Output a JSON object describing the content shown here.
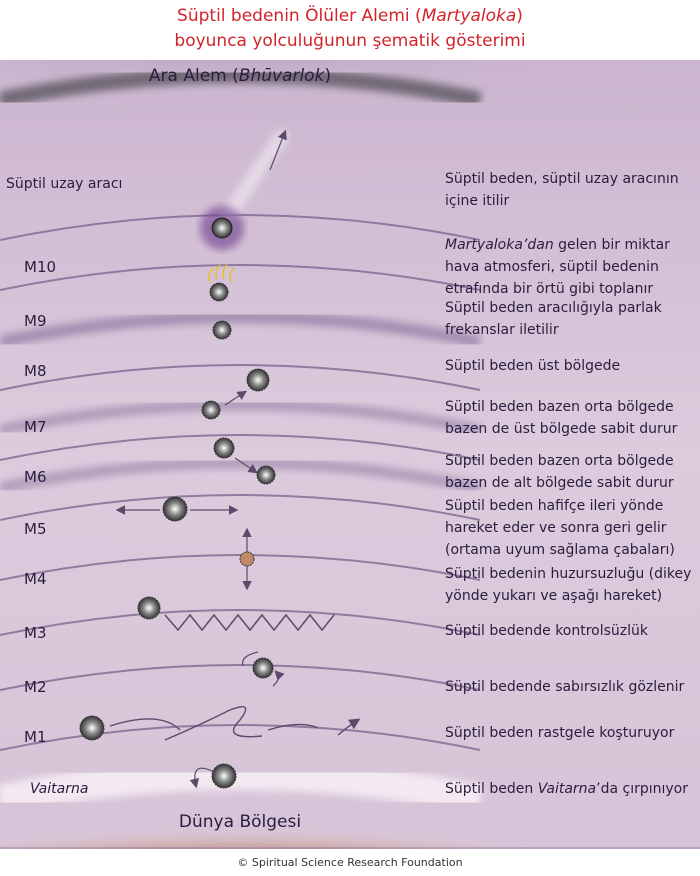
{
  "title": {
    "line1_prefix": "Süptil bedenin Ölüler Alemi (",
    "line1_italic": "Martyaloka",
    "line1_suffix": ")",
    "line2": "boyunca yolculuğunun şematik gösterimi"
  },
  "top_region": {
    "prefix": "Ara Alem (",
    "italic": "Bhūvarlok",
    "suffix": ")"
  },
  "bottom_region": "Dünya Bölgesi",
  "vehicle_label": "Süptil uzay aracı",
  "vaitarna_label": "Vaitarna",
  "levels": [
    "M10",
    "M9",
    "M8",
    "M7",
    "M6",
    "M5",
    "M4",
    "M3",
    "M2",
    "M1"
  ],
  "descriptions": {
    "vehicle": "Süptil beden, süptil uzay aracının içine itilir",
    "m10_italic": "Martyaloka’dan",
    "m10_rest": " gelen bir miktar hava atmosferi, süptil bedenin etrafında bir örtü gibi toplanır",
    "m9": "Süptil beden aracılığıyla parlak frekanslar iletilir",
    "m8": "Süptil beden üst bölgede",
    "m7": "Süptil beden bazen orta bölgede bazen de üst bölgede sabit durur",
    "m6": "Süptil beden bazen orta bölgede bazen de alt bölgede sabit durur",
    "m5": "Süptil beden hafifçe ileri yönde hareket eder ve sonra geri gelir (ortama uyum sağlama çabaları)",
    "m4": "Süptil bedenin huzursuzluğu (dikey yönde yukarı ve aşağı hareket)",
    "m3": "Süptil bedende kontrolsüzlük",
    "m2": "Süptil bedende sabırsızlık gözlenir",
    "m1": "Süptil beden rastgele koşturuyor",
    "vaitarna_prefix": "Süptil beden ",
    "vaitarna_italic": "Vaitarna",
    "vaitarna_suffix": "’da çırpınıyor"
  },
  "copyright": "© Spiritual Science Research Foundation",
  "colors": {
    "title": "#d2232a",
    "background": "#d9c8da",
    "band": "#9a82a8",
    "earth": "#8a3a22"
  }
}
